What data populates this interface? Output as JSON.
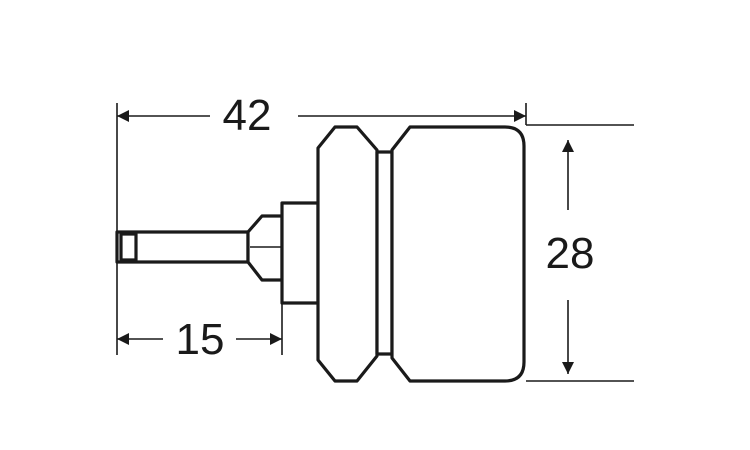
{
  "dimensions": {
    "overall_length": "42",
    "shaft_length": "15",
    "body_height": "28"
  },
  "colors": {
    "line": "#1a1a1a",
    "background": "#ffffff"
  }
}
